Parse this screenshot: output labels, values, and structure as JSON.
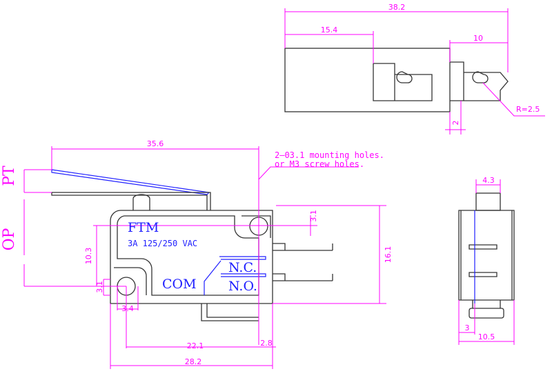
{
  "top_view": {
    "overall": "38.2",
    "left_to_terminal": "15.4",
    "terminal_width": "10",
    "radius": "R=2.5",
    "gap": "2"
  },
  "side_view": {
    "overall_length": "35.6",
    "pt_label": "PT",
    "op_label": "OP",
    "note_line1": "2–03.1 mounting holes.",
    "note_line2": "or M3 screw holes.",
    "hole_offset_top": "3.1",
    "height": "16.1",
    "hole_spacing_v": "10.3",
    "hole_offset_bottom": "3.1",
    "hole_offset_left": "3.4",
    "hole_spacing_h": "22.1",
    "body_length": "28.2",
    "right_offset": "2.8",
    "brand": "FTM",
    "rating": "3A 125/250 VAC",
    "com": "COM",
    "nc": "N.C.",
    "no": "N.O."
  },
  "end_view": {
    "plunger_width": "4.3",
    "offset": "3",
    "width": "10.5"
  },
  "colors": {
    "dimension": "#ff00ff",
    "label": "#2020ff",
    "outline": "#333333"
  }
}
